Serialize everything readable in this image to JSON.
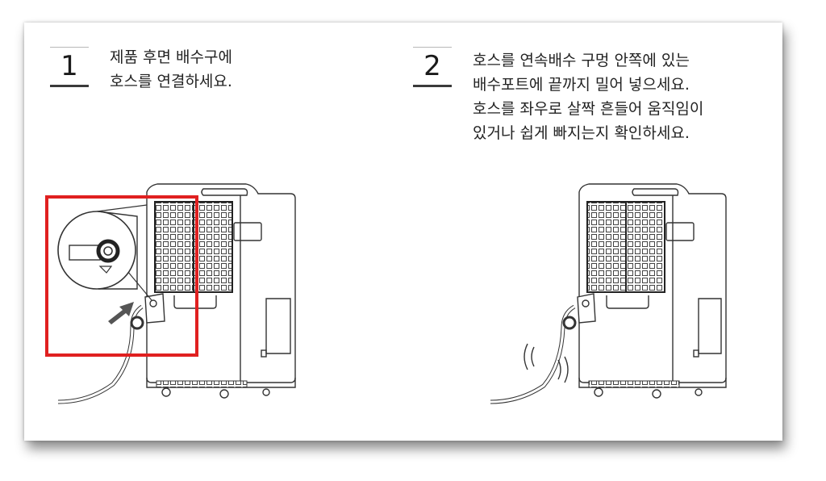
{
  "steps": [
    {
      "number": "1",
      "lines": [
        "제품 후면 배수구에",
        "호스를 연결하세요."
      ]
    },
    {
      "number": "2",
      "lines": [
        "호스를 연속배수 구멍 안쪽에 있는",
        "배수포트에 끝까지 밀어 넣으세요.",
        "호스를 좌우로 살짝 흔들어 움직임이",
        "있거나 쉽게 빠지는지 확인하세요."
      ]
    }
  ],
  "colors": {
    "highlight": "#e02020",
    "outline": "#333333",
    "arrow": "#555555"
  },
  "icons": [
    "dehumidifier-illustration",
    "arrow-icon",
    "hose-illustration",
    "shake-motion-icon",
    "magnifier-callout"
  ]
}
